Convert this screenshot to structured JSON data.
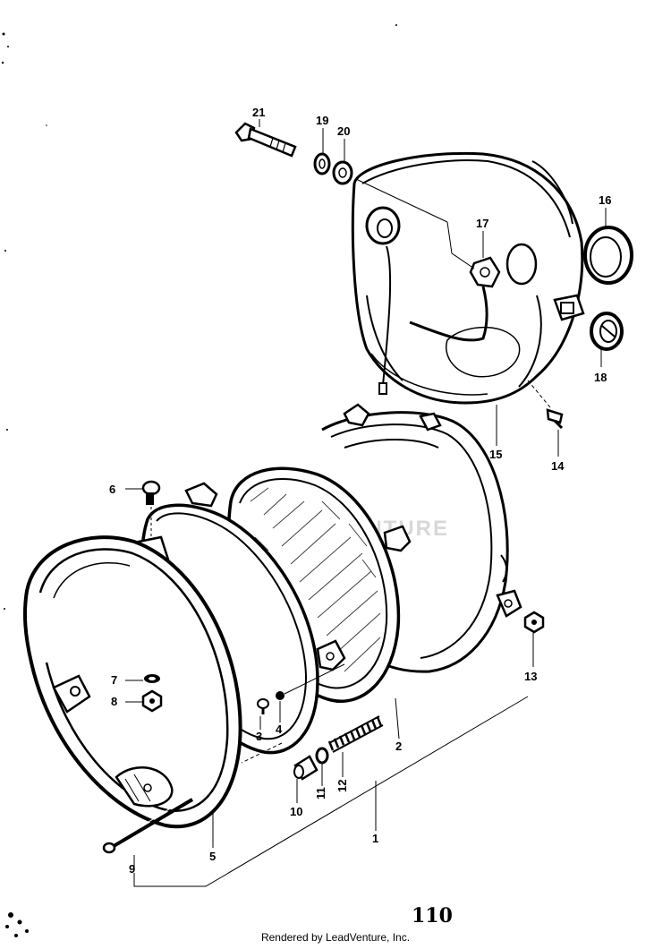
{
  "watermark": "LEADVENTURE",
  "page_number": "110",
  "footer": "Rendered by LeadVenture, Inc.",
  "parts": {
    "p1": "1",
    "p2": "2",
    "p3": "3",
    "p4": "4",
    "p5": "5",
    "p6": "6",
    "p7": "7",
    "p8": "8",
    "p9": "9",
    "p10": "10",
    "p11": "11",
    "p12": "12",
    "p13": "13",
    "p14": "14",
    "p15": "15",
    "p16": "16",
    "p17": "17",
    "p18": "18",
    "p19": "19",
    "p20": "20",
    "p21": "21"
  }
}
